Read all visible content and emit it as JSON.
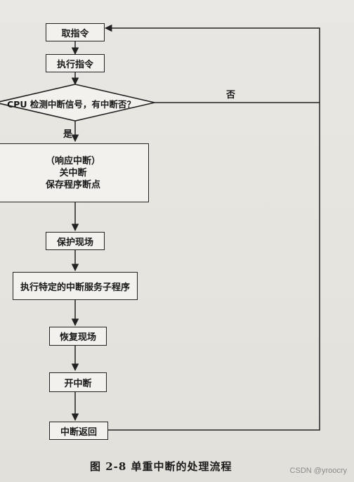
{
  "flow": {
    "fetch": "取指令",
    "execute": "执行指令",
    "decision": "CPU 检测中断信号，有中断否？",
    "no_label": "否",
    "yes_label": "是",
    "respond_1": "（响应中断）",
    "respond_2": "关中断",
    "respond_3": "保存程序断点",
    "protect": "保护现场",
    "service": "执行特定的中断服务子程序",
    "restore": "恢复现场",
    "enable": "开中断",
    "return": "中断返回"
  },
  "caption": "图 2-8    单重中断的处理流程",
  "watermark": "CSDN @yroocry"
}
